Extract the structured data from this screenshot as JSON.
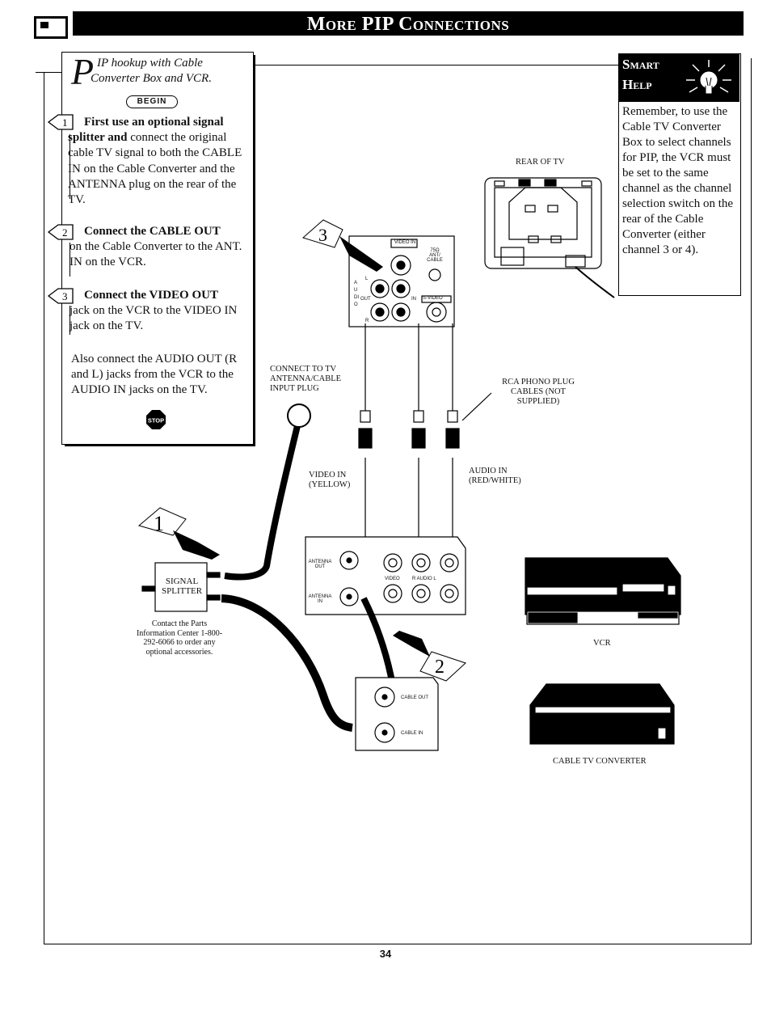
{
  "header": {
    "title": "More PIP Connections"
  },
  "intro": {
    "dropcap": "P",
    "text": "IP hookup with Cable Converter Box and VCR."
  },
  "begin_label": "BEGIN",
  "steps": [
    {
      "number": "1",
      "title": "First use an optional signal splitter and",
      "text": "connect the original cable TV signal to both the CABLE IN on the Cable Converter and the ANTENNA plug on the rear of the TV."
    },
    {
      "number": "2",
      "title": "Connect the CABLE OUT",
      "text": "on the Cable Converter to the ANT. IN on the VCR."
    },
    {
      "number": "3",
      "title": "Connect the VIDEO OUT",
      "text": "jack on the VCR to the VIDEO IN jack on the TV."
    }
  ],
  "also_text": "Also connect the AUDIO OUT (R and L) jacks from the VCR to the AUDIO IN jacks on the TV.",
  "stop_label": "STOP",
  "smart_help": {
    "title_line1": "Smart",
    "title_line2": "Help",
    "body": "Remember, to use the Cable TV Converter Box to select channels for PIP, the VCR must be set to the same channel as the channel selection switch on the rear of the Cable Converter (either channel 3 or 4)."
  },
  "diagram": {
    "rear_of_tv": "REAR OF TV",
    "connect_to_tv": "CONNECT TO TV ANTENNA/CABLE INPUT PLUG",
    "rca_cables": "RCA PHONO PLUG CABLES (NOT SUPPLIED)",
    "video_in": "VIDEO IN (YELLOW)",
    "audio_in": "AUDIO IN (RED/WHITE)",
    "signal_splitter": "SIGNAL SPLITTER",
    "parts_info": "Contact the Parts Information Center 1-800-292-6066 to order any optional accessories.",
    "vcr": "VCR",
    "cable_tv_converter": "CABLE TV CONVERTER",
    "jack_labels": {
      "video_in": "VIDEO IN",
      "ant_cable": "75Ω ANT/ CABLE",
      "s_video": "S-VIDEO",
      "audio": "AUDIO",
      "out": "OUT",
      "in": "IN",
      "l": "L",
      "r": "R",
      "antenna_out": "ANTENNA OUT",
      "antenna_in": "ANTENNA IN",
      "vcr_video": "VIDEO",
      "vcr_audio": "R AUDIO L",
      "cable_out": "CABLE OUT",
      "cable_in": "CABLE IN"
    },
    "callouts": [
      "1",
      "2",
      "3"
    ]
  },
  "page_number": "34"
}
